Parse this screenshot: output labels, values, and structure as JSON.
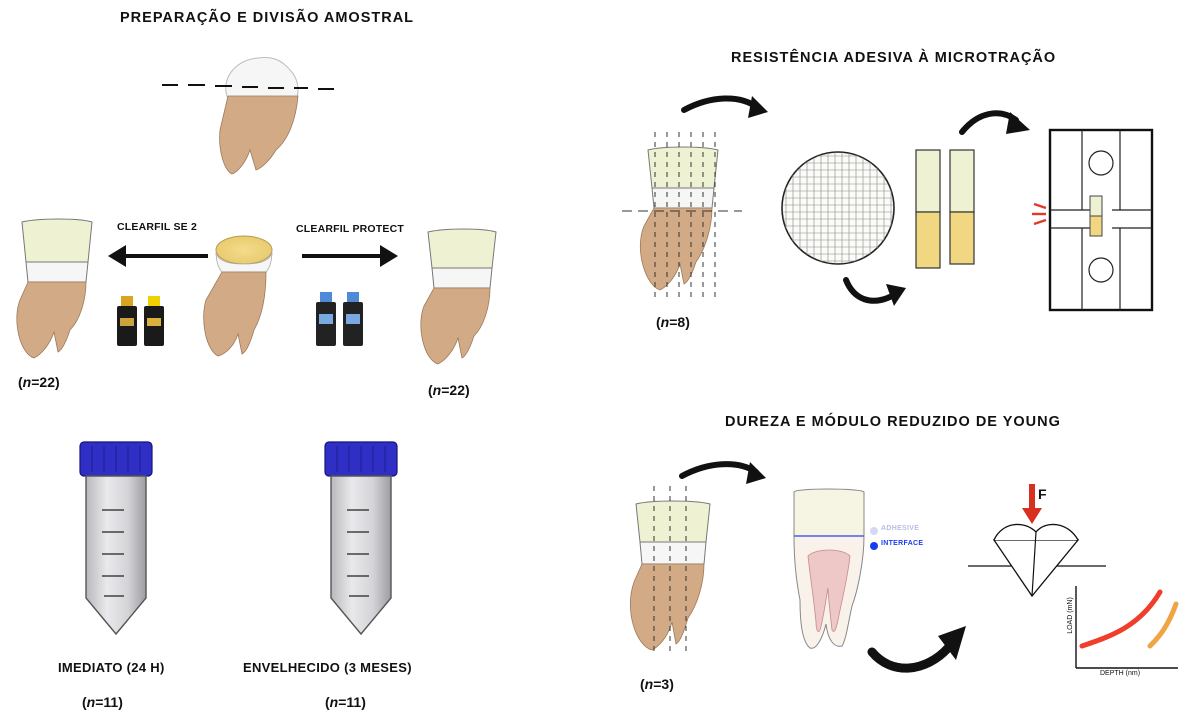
{
  "left_panel": {
    "title": "PREPARAÇÃO E DIVISÃO AMOSTRAL",
    "adhesive_left": "CLEARFIL SE 2",
    "adhesive_right": "CLEARFIL PROTECT",
    "n_left_prefix": "(",
    "n_left_var": "n",
    "n_left_suffix": "=22)",
    "n_right_prefix": "(",
    "n_right_var": "n",
    "n_right_suffix": "=22)",
    "group_immediate": "IMEDIATO (24 H)",
    "group_aged": "ENVELHECIDO (3 MESES)",
    "n_imm_prefix": "(",
    "n_imm_var": "n",
    "n_imm_suffix": "=11)",
    "n_aged_prefix": "(",
    "n_aged_var": "n",
    "n_aged_suffix": "=11)"
  },
  "right_top": {
    "title": "RESISTÊNCIA ADESIVA À MICROTRAÇÃO",
    "n_prefix": "(",
    "n_var": "n",
    "n_suffix": "=8)"
  },
  "right_bottom": {
    "title": "DUREZA E MÓDULO REDUZIDO DE YOUNG",
    "n_prefix": "(",
    "n_var": "n",
    "n_suffix": "=3)",
    "legend_adhesive": "ADHESIVE",
    "legend_interface": "INTERFACE",
    "force_label": "F",
    "graph_y_label": "LOAD (mN)",
    "graph_x_label": "DEPTH (nm)"
  },
  "colors": {
    "root": "#d2aa86",
    "crown_green": "#eef2d2",
    "enamel_white": "#f4f4f4",
    "dentin_yellow": "#f1d781",
    "cap_blue": "#2f2fc6",
    "arrow_black": "#111111",
    "stress_red": "#e23a2a",
    "curve_red": "#ef3f2c",
    "curve_orange": "#f0a545",
    "interface_blue": "#1a3cf0"
  }
}
